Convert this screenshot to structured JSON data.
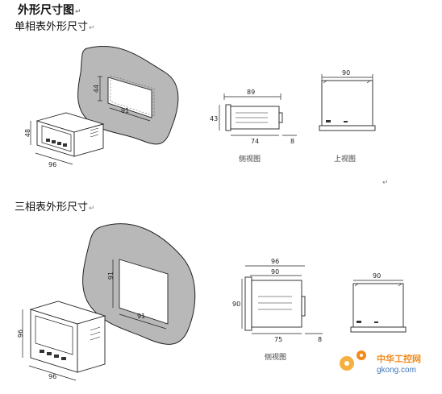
{
  "document": {
    "title": "外形尺寸图",
    "return_mark": "↵",
    "sections": [
      {
        "heading": "单相表外形尺寸",
        "cutout_dims": {
          "height": "44",
          "width": "91"
        },
        "meter_dims": {
          "height": "48",
          "width": "96"
        },
        "side_view": {
          "top": "89",
          "height": "43",
          "depth": "74",
          "back": "8",
          "caption": "侧视图"
        },
        "top_view": {
          "width": "90",
          "caption": "上视图"
        }
      },
      {
        "heading": "三相表外形尺寸",
        "cutout_dims": {
          "height": "91",
          "width": "91"
        },
        "meter_dims": {
          "height": "96",
          "width": "96"
        },
        "side_view": {
          "top_outer": "96",
          "top_inner": "90",
          "height": "90",
          "depth": "75",
          "back": "8",
          "caption": "侧视图"
        },
        "top_view": {
          "width": "90"
        }
      }
    ]
  },
  "watermark": {
    "brand": "中华工控网",
    "url": "gkong.com",
    "color": "#f28a1a"
  }
}
